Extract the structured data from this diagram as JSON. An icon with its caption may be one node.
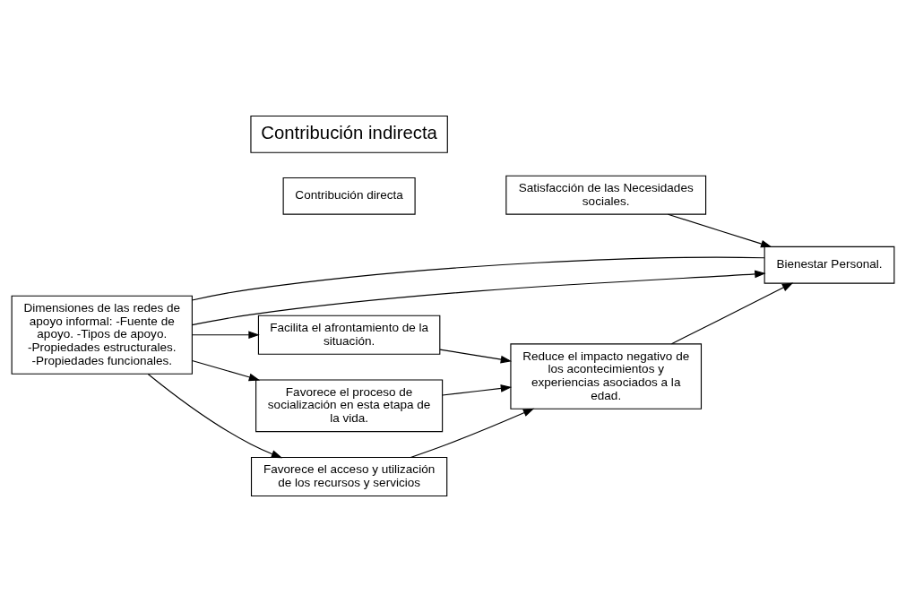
{
  "diagram": {
    "nodes": [
      {
        "text": [
          "Satisfacción de las Necesidades sociales."
        ]
      },
      {
        "text": [
          "Contribución directa"
        ]
      },
      {
        "text": [
          "Dimensiones de las redes de apoyo informal: -Fuente de apoyo. -Tipos de apoyo. -Propiedades estructurales. -Propiedades funcionales."
        ]
      },
      {
        "text": [
          "Bienestar Personal."
        ]
      },
      {
        "text": [
          "Contribución indirecta"
        ]
      },
      {
        "text": [
          "Facilita el afrontamiento de la situación."
        ]
      },
      {
        "text": [
          "Favorece el proceso de socialización en esta etapa de la vida."
        ]
      },
      {
        "text": [
          "Favorece el acceso y utilización de los recursos y servicios"
        ]
      },
      {
        "text": [
          "Reduce el impacto negativo de los acontecimientos y experiencias asociados a la edad."
        ]
      }
    ],
    "edges": [
      {
        "from": 0,
        "to": 3,
        "arrow": "to"
      },
      {
        "from": 2,
        "to": 3,
        "arrow": "to"
      },
      {
        "from": 2,
        "to": 3,
        "arrow": "none"
      },
      {
        "from": 2,
        "to": 5,
        "arrow": "to"
      },
      {
        "from": 2,
        "to": 6,
        "arrow": "to"
      },
      {
        "from": 2,
        "to": 7,
        "arrow": "to"
      },
      {
        "from": 5,
        "to": 8,
        "arrow": "to"
      },
      {
        "from": 6,
        "to": 8,
        "arrow": "to"
      },
      {
        "from": 7,
        "to": 8,
        "arrow": "to"
      },
      {
        "from": 8,
        "to": 3,
        "arrow": "to"
      }
    ]
  }
}
